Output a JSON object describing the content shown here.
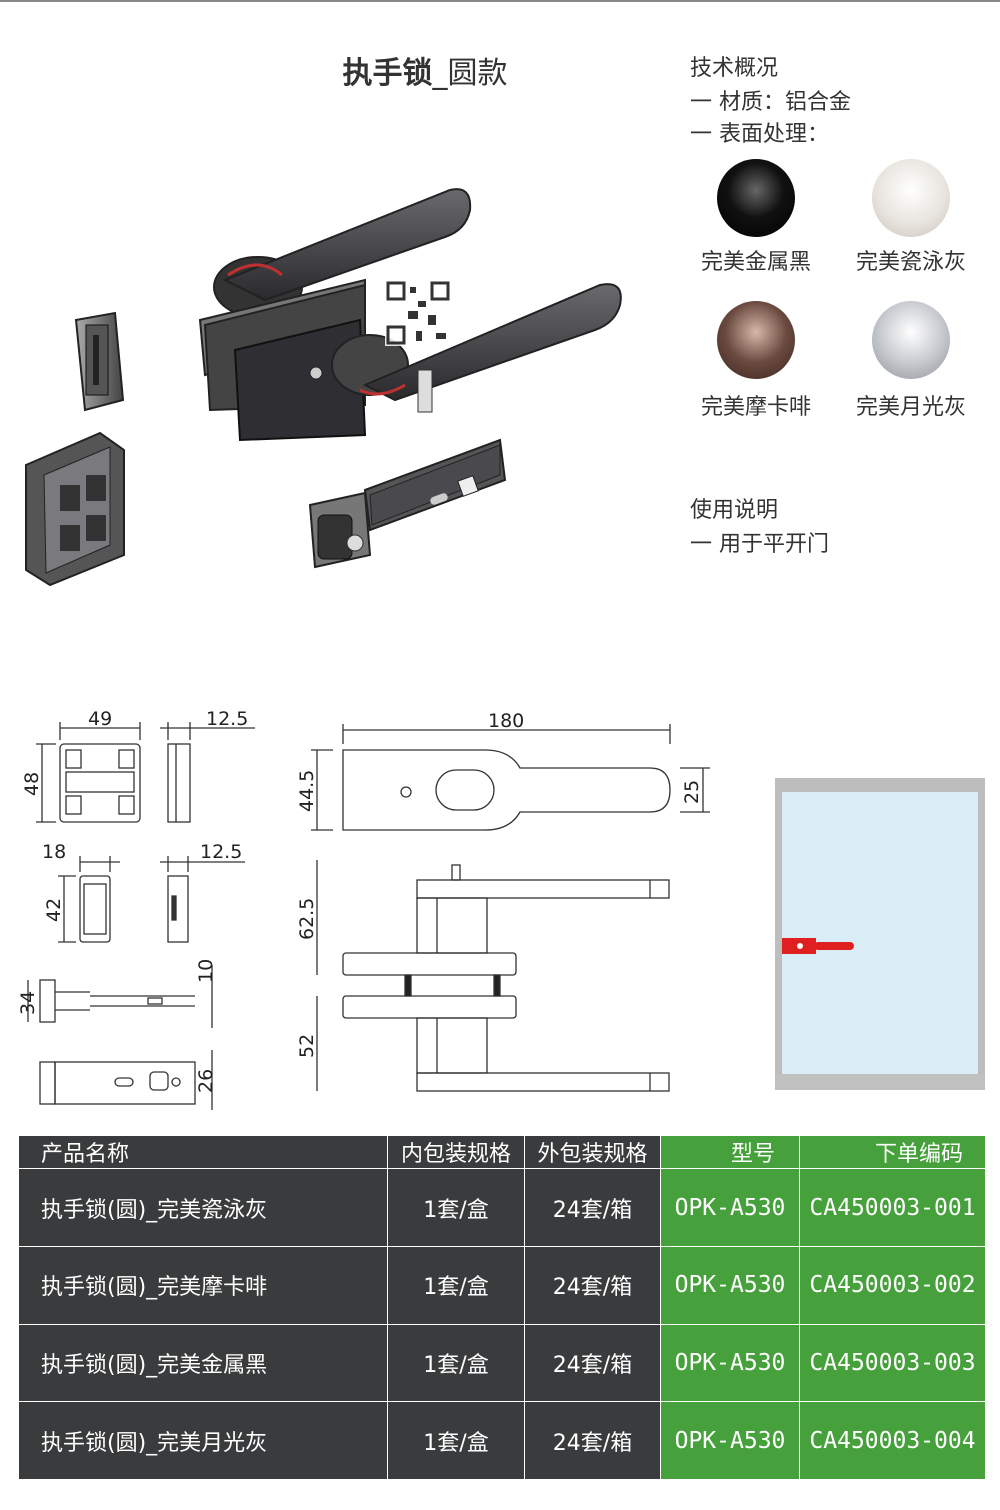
{
  "title": {
    "bold": "执手锁",
    "rest": "_圆款"
  },
  "specs": {
    "heading": "技术概况",
    "material": "一 材质：铝合金",
    "surface": "一 表面处理："
  },
  "finishes": [
    {
      "label": "完美金属黑",
      "color": "#111111"
    },
    {
      "label": "完美瓷泳灰",
      "color": "#e8e4de"
    },
    {
      "label": "完美摩卡啡",
      "color": "#6b4a40"
    },
    {
      "label": "完美月光灰",
      "color": "#b8bcc2"
    }
  ],
  "usage": {
    "heading": "使用说明",
    "item": "一 用于平开门"
  },
  "dimensions": {
    "d49": "49",
    "d12a": "12.5",
    "d48": "48",
    "d18": "18",
    "d12b": "12.5",
    "d42": "42",
    "d34": "34",
    "d10": "10",
    "d26": "26",
    "d180": "180",
    "d445": "44.5",
    "d25": "25",
    "d625": "62.5",
    "d52": "52"
  },
  "table": {
    "headers": [
      "产品名称",
      "内包装规格",
      "外包装规格",
      "型号",
      "下单编码"
    ],
    "rows": [
      [
        "执手锁(圆)_完美瓷泳灰",
        "1套/盒",
        "24套/箱",
        "OPK-A530",
        "CA450003-001"
      ],
      [
        "执手锁(圆)_完美摩卡啡",
        "1套/盒",
        "24套/箱",
        "OPK-A530",
        "CA450003-002"
      ],
      [
        "执手锁(圆)_完美金属黑",
        "1套/盒",
        "24套/箱",
        "OPK-A530",
        "CA450003-003"
      ],
      [
        "执手锁(圆)_完美月光灰",
        "1套/盒",
        "24套/箱",
        "OPK-A530",
        "CA450003-004"
      ]
    ]
  },
  "colors": {
    "green": "#46a13c",
    "dark": "#3a3b3c",
    "door_glass": "#d9edf7",
    "handle_red": "#e02020"
  }
}
